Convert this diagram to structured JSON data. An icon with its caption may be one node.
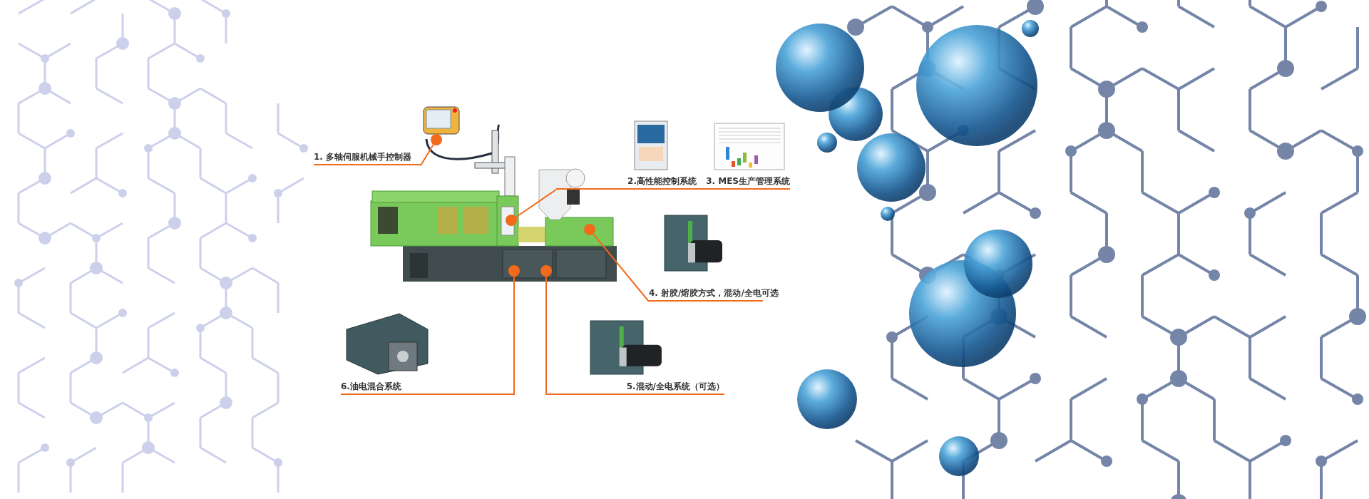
{
  "diagram": {
    "nodes": [
      {
        "text": [
          "1. 多轴伺服机械手控制器"
        ]
      },
      {
        "text": [],
        "shape": "circle"
      },
      {
        "text": [
          "2.高性能控制系统"
        ]
      },
      {
        "text": [],
        "shape": "circle"
      },
      {
        "text": [
          "4. 射胶/熔胶方式，混动/全电可选"
        ]
      },
      {
        "text": [],
        "shape": "circle"
      },
      {
        "text": [
          "5.混动/全电系统（可选）"
        ]
      },
      {
        "text": [],
        "shape": "circle"
      },
      {
        "text": [
          "6.油电混合系统"
        ]
      },
      {
        "text": [],
        "shape": "circle"
      }
    ],
    "edges": [
      {
        "from": 0,
        "to": 1,
        "arrow": "none"
      },
      {
        "from": 2,
        "to": 3,
        "arrow": "none"
      },
      {
        "from": 4,
        "to": 5,
        "arrow": "none"
      },
      {
        "from": 6,
        "to": 7,
        "arrow": "none"
      },
      {
        "from": 8,
        "to": 9,
        "arrow": "none"
      }
    ],
    "labels": [
      "3. MES生产管理系统"
    ]
  }
}
